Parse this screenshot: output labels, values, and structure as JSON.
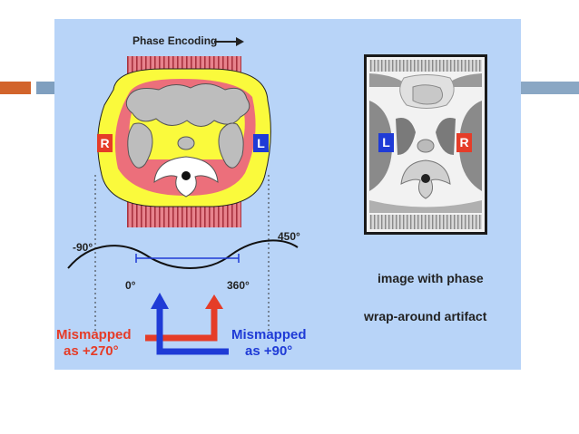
{
  "diagram": {
    "phase_encoding_label": "Phase Encoding",
    "left_figure": {
      "left_marker": "R",
      "right_marker": "L",
      "marker_colors": {
        "R": "#e53c28",
        "L": "#1f3bd6"
      }
    },
    "right_figure": {
      "left_marker": "L",
      "right_marker": "R"
    },
    "angles": {
      "minus_90": "-90°",
      "zero": "0°",
      "three_sixty": "360°",
      "four_fifty": "450°"
    },
    "mismapped_red": {
      "line1": "Mismapped",
      "line2": "as +270°",
      "color": "#e53c28"
    },
    "mismapped_blue": {
      "line1": "Mismapped",
      "line2": "as +90°",
      "color": "#1f3bd6"
    },
    "caption": {
      "line1": "image with phase",
      "line2": "wrap-around artifact"
    }
  }
}
